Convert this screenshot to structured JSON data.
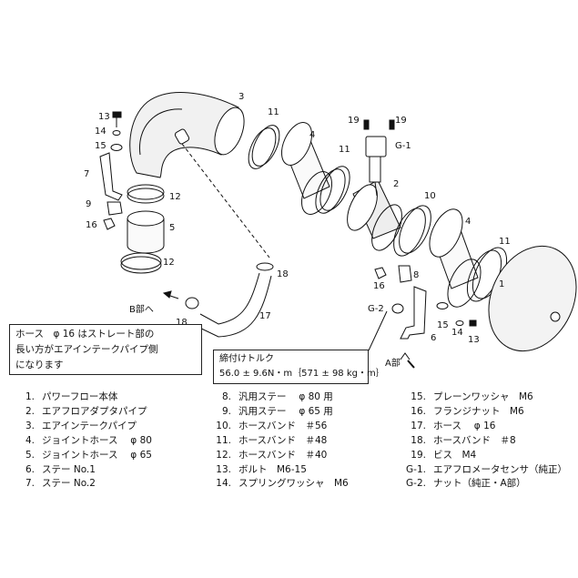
{
  "callouts": {
    "c3": "3",
    "c11a": "11",
    "c4a": "4",
    "c11b": "11",
    "c19a": "19",
    "c19b": "19",
    "cG1": "G-1",
    "c2": "2",
    "c10": "10",
    "c4b": "4",
    "c11c": "11",
    "c13a": "13",
    "c14a": "14",
    "c15a": "15",
    "c7": "7",
    "c9": "9",
    "c16a": "16",
    "c12a": "12",
    "c5": "5",
    "c12b": "12",
    "c18a": "18",
    "c18b": "18",
    "c17": "17",
    "c8": "8",
    "c16b": "16",
    "cG2": "G-2",
    "c15b": "15",
    "c14b": "14",
    "c13b": "13",
    "c6": "6",
    "c1": "1",
    "b_part": "B部へ",
    "a_part": "A部"
  },
  "hose_note": {
    "lines": [
      "ホース　φ 16 はストレート部の",
      "長い方がエアインテークパイプ側",
      "になります"
    ]
  },
  "torque_note": {
    "title": "締付けトルク",
    "value": "56.0 ± 9.6N・m｛571 ± 98 kg・m｝"
  },
  "parts_list": {
    "col1": [
      {
        "num": "1.",
        "name": "パワーフロー本体"
      },
      {
        "num": "2.",
        "name": "エアフロアダプタパイプ"
      },
      {
        "num": "3.",
        "name": "エアインテークパイプ"
      },
      {
        "num": "4.",
        "name": "ジョイントホース　 φ 80"
      },
      {
        "num": "5.",
        "name": "ジョイントホース　 φ 65"
      },
      {
        "num": "6.",
        "name": "ステー No.1"
      },
      {
        "num": "7.",
        "name": "ステー No.2"
      }
    ],
    "col2": [
      {
        "num": "8.",
        "name": "汎用ステー　 φ 80 用"
      },
      {
        "num": "9.",
        "name": "汎用ステー　 φ 65 用"
      },
      {
        "num": "10.",
        "name": "ホースバンド　＃56"
      },
      {
        "num": "11.",
        "name": "ホースバンド　＃48"
      },
      {
        "num": "12.",
        "name": "ホースバンド　＃40"
      },
      {
        "num": "13.",
        "name": "ボルト　M6-15"
      },
      {
        "num": "14.",
        "name": "スプリングワッシャ　M6"
      }
    ],
    "col3": [
      {
        "num": "15.",
        "name": "プレーンワッシャ　M6"
      },
      {
        "num": "16.",
        "name": "フランジナット　M6"
      },
      {
        "num": "17.",
        "name": "ホース　 φ 16"
      },
      {
        "num": "18.",
        "name": "ホースバンド　＃8"
      },
      {
        "num": "19.",
        "name": "ビス　M4"
      },
      {
        "num": "G-1.",
        "name": "エアフロメータセンサ（純正）"
      },
      {
        "num": "G-2.",
        "name": "ナット（純正・A部）"
      }
    ]
  }
}
